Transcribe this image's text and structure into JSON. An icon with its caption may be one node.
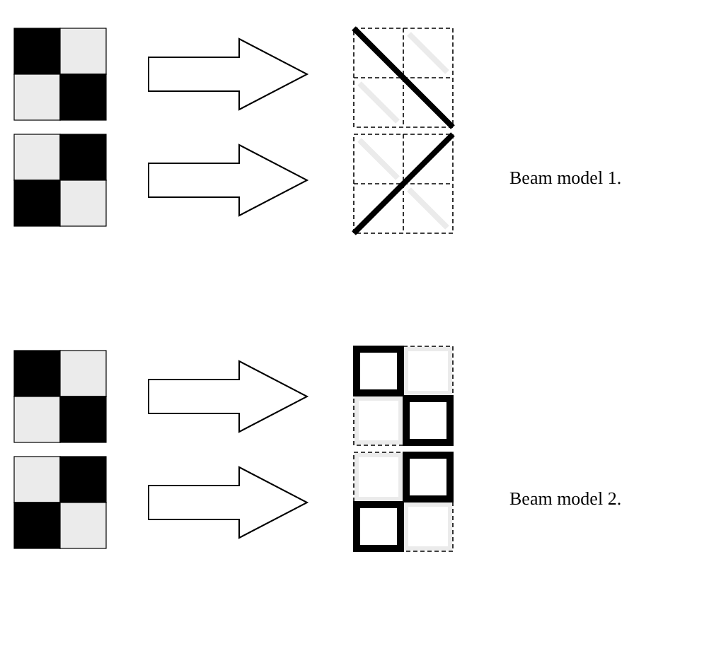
{
  "diagram": {
    "nodes": [
      {
        "text": [],
        "shape": "picture"
      },
      {
        "text": [],
        "shape": "picture"
      },
      {
        "text": [],
        "shape": "picture"
      },
      {
        "text": [],
        "shape": "picture"
      },
      {
        "text": [],
        "shape": "picture"
      },
      {
        "text": [],
        "shape": "picture"
      },
      {
        "text": [],
        "shape": "picture"
      },
      {
        "text": [],
        "shape": "picture"
      }
    ],
    "edges": [
      {
        "from": 0,
        "to": 1,
        "arrow": "to"
      },
      {
        "from": 2,
        "to": 3,
        "arrow": "to"
      },
      {
        "from": 4,
        "to": 5,
        "arrow": "to"
      },
      {
        "from": 6,
        "to": 7,
        "arrow": "to"
      }
    ],
    "labels": [
      "Beam model 1.",
      "Beam model 2."
    ]
  }
}
